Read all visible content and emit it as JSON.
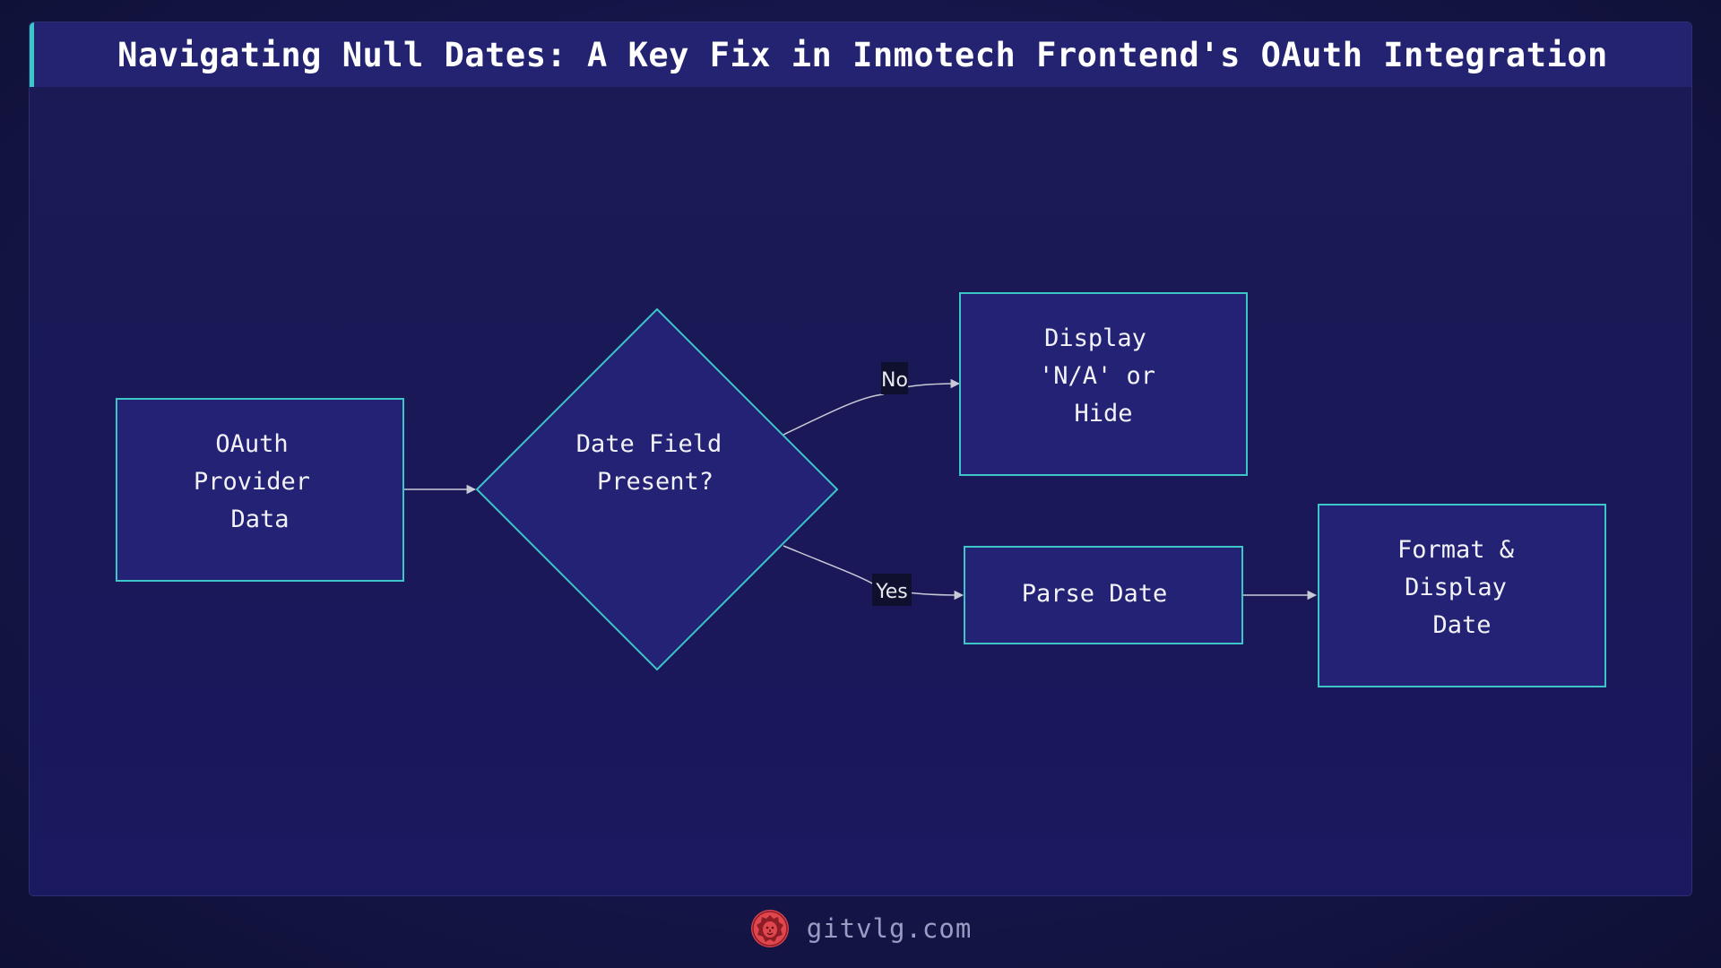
{
  "title": "Navigating Null Dates: A Key Fix in Inmotech Frontend's OAuth Integration",
  "colors": {
    "node_fill": "#232275",
    "node_stroke": "#3cc6c8",
    "edge": "#c9cad8",
    "label_bg": "#0f0f2e",
    "accent": "#3cc6c8",
    "logo": "#e0464e"
  },
  "nodes": {
    "oauth_data": {
      "lines": [
        "OAuth",
        "Provider",
        "Data"
      ]
    },
    "decision": {
      "lines": [
        "Date Field",
        "Present?"
      ]
    },
    "display_na": {
      "lines": [
        "Display",
        "'N/A' or",
        "Hide"
      ]
    },
    "parse_date": {
      "lines": [
        "Parse Date"
      ]
    },
    "format_display": {
      "lines": [
        "Format &",
        "Display",
        "Date"
      ]
    }
  },
  "edges": {
    "no_label": "No",
    "yes_label": "Yes"
  },
  "footer": {
    "logo_icon": "lion-logo-icon",
    "text": "gitvlg.com"
  }
}
